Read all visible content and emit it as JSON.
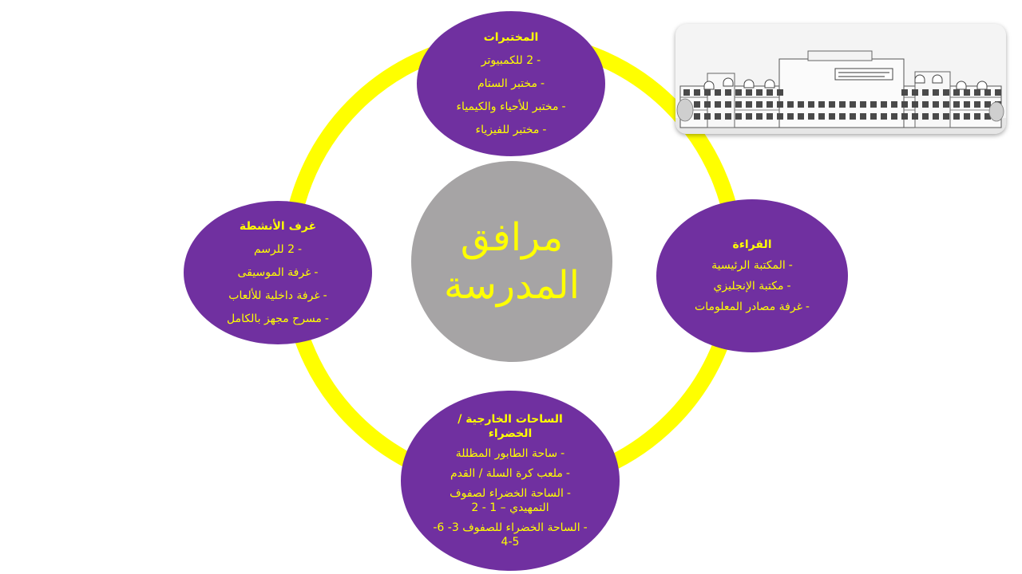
{
  "center": {
    "title": "مرافق المدرسة"
  },
  "labs": {
    "title": "المختبرات",
    "items": [
      "2 للكمبيوتر",
      "مختبر الستام",
      "مختبر للأحياء والكيمياء",
      "مختبر للفيزياء"
    ]
  },
  "reading": {
    "title": "القراءة",
    "items": [
      "المكتبة الرئيسية",
      "مكتبة الإنجليزي",
      "غرفة مصادر المعلومات"
    ]
  },
  "outdoor": {
    "title": "الساحات الخارجية / الخضراء",
    "items": [
      "ساحة الطابور المظللة",
      "ملعب كرة السلة / القدم",
      "الساحة الخضراء لصفوف التمهيدي – 1 - 2",
      "الساحة الخضراء للصفوف 3- 6-5-4"
    ]
  },
  "activities": {
    "title": "غرف الأنشطة",
    "items": [
      "2 للرسم",
      "غرفة الموسيقى",
      "غرفة داخلية للألعاب",
      "مسرح مجهز بالكامل"
    ]
  },
  "colors": {
    "node_fill": "#7030a0",
    "ring": "#ffff00",
    "text": "#ffff00",
    "center_fill": "#a6a4a5"
  }
}
